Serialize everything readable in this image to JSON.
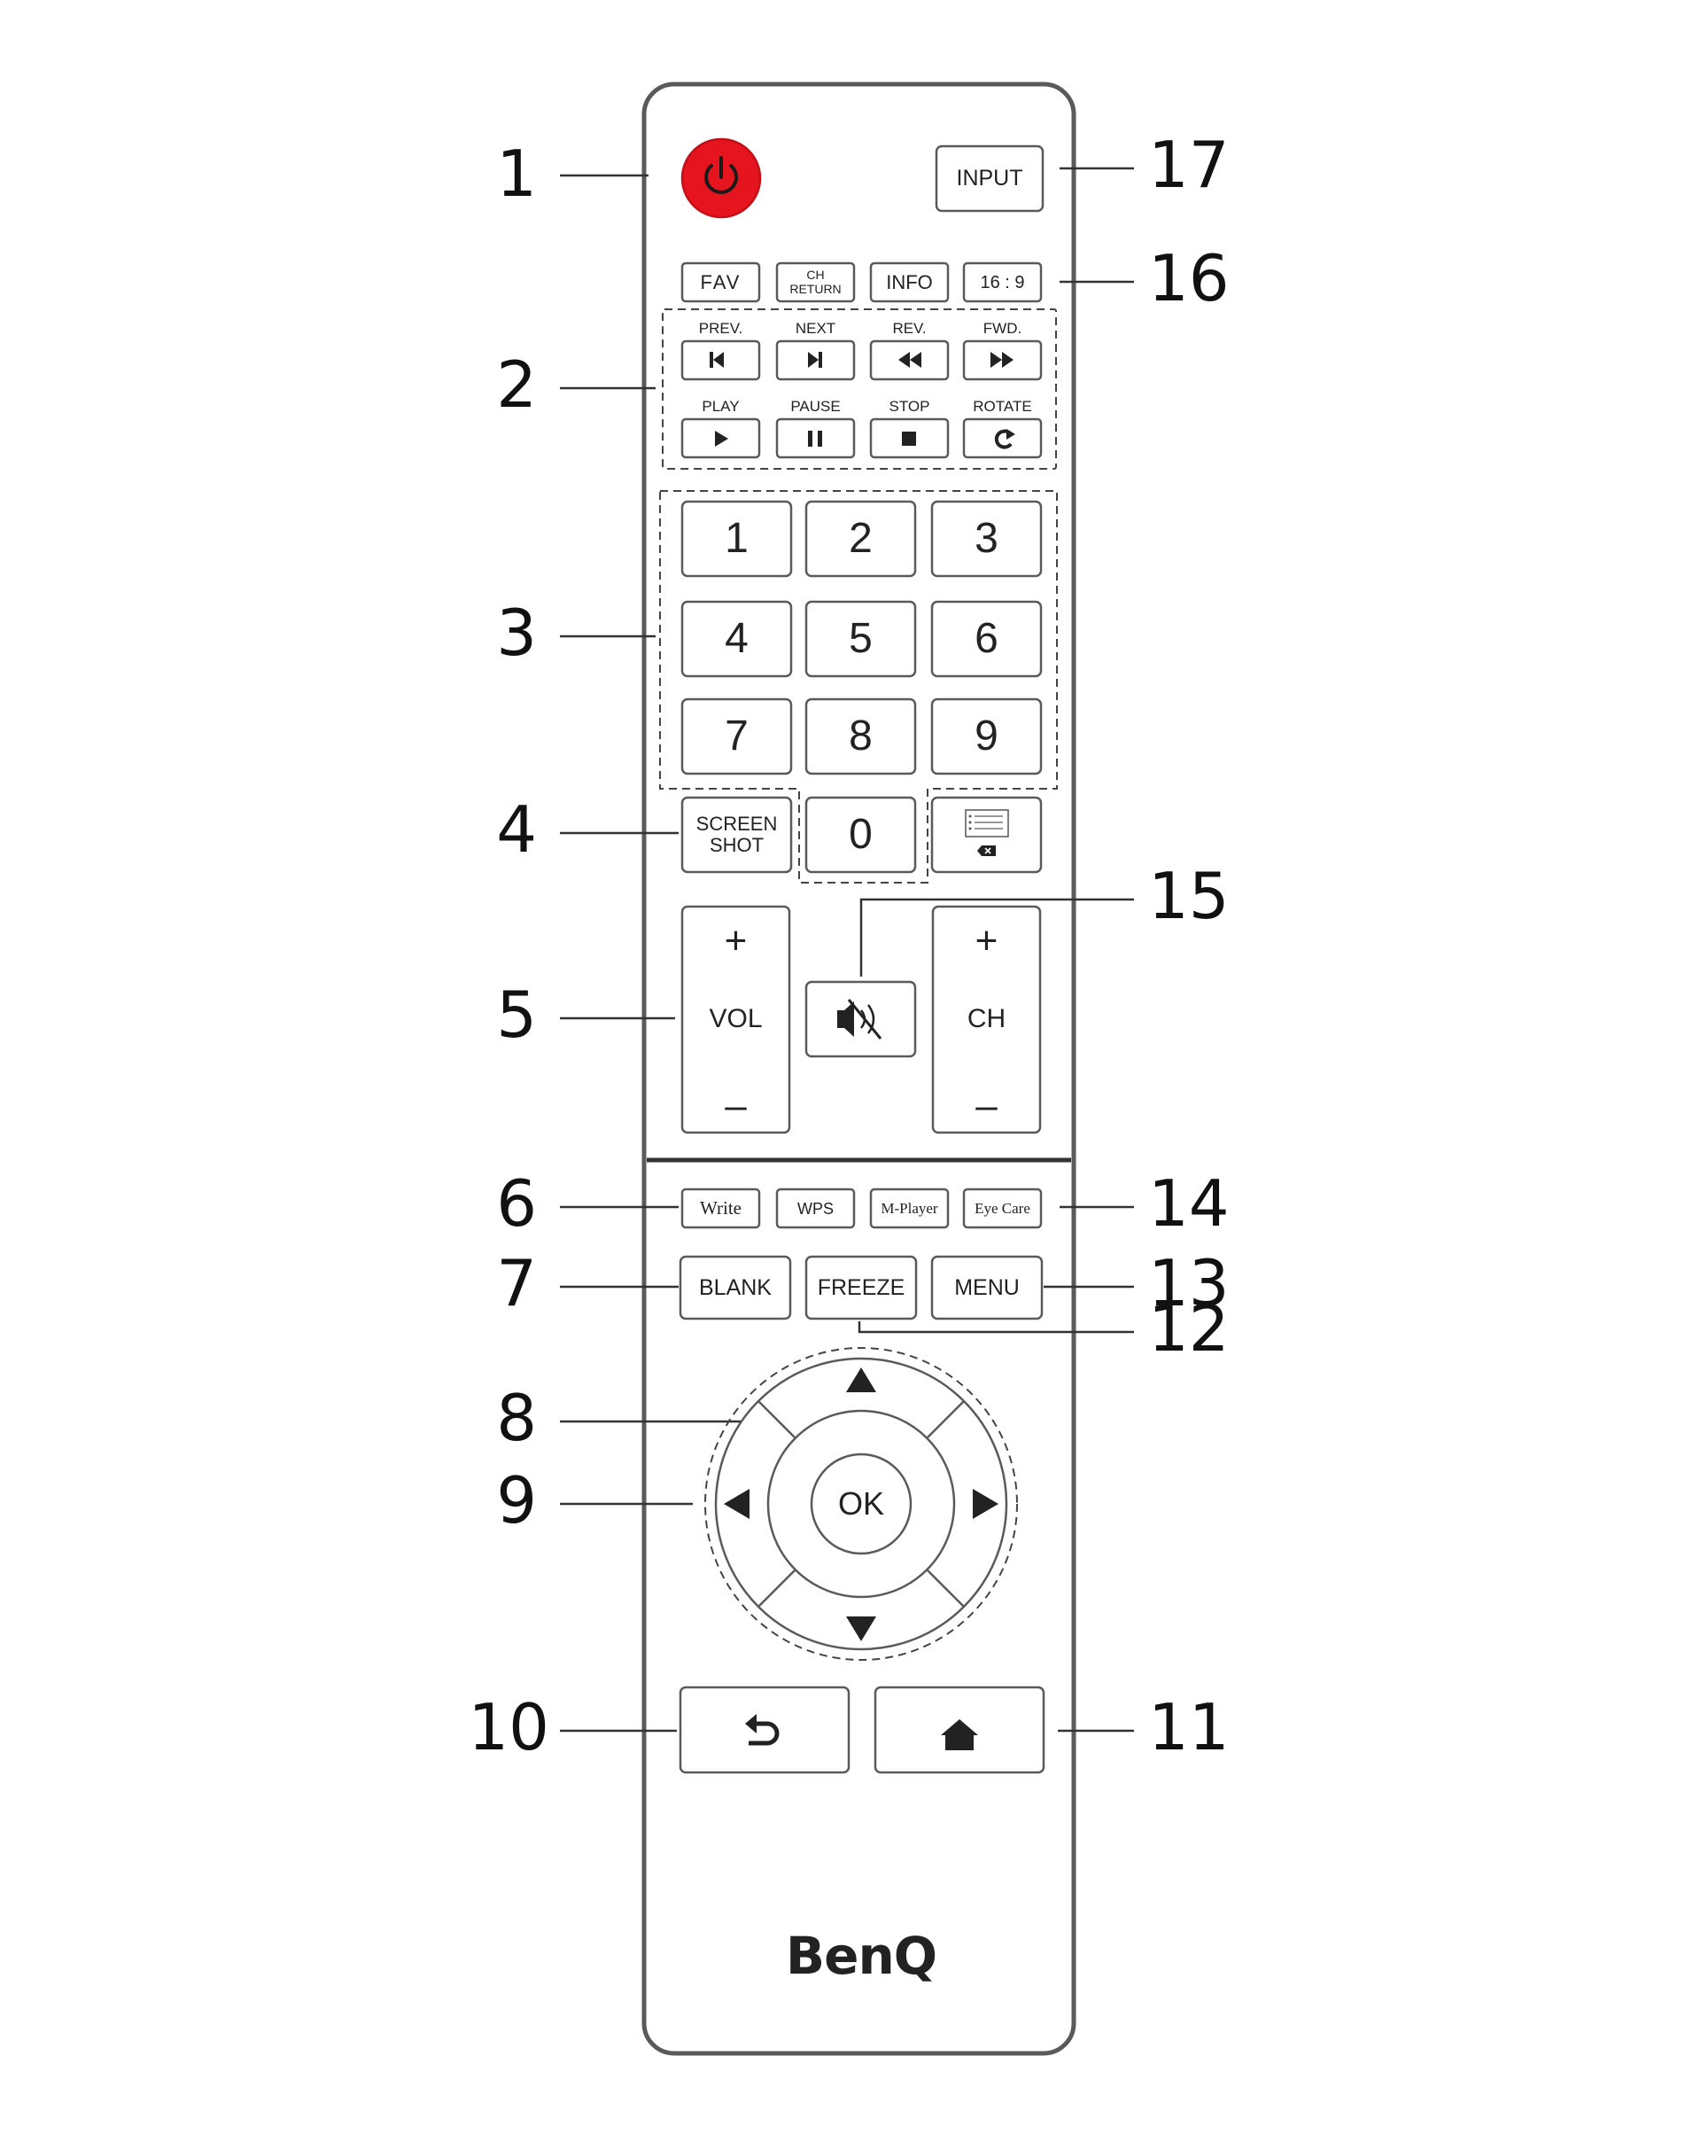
{
  "callouts": {
    "c1": "1",
    "c2": "2",
    "c3": "3",
    "c4": "4",
    "c5": "5",
    "c6": "6",
    "c7": "7",
    "c8": "8",
    "c9": "9",
    "c10": "10",
    "c11": "11",
    "c12": "12",
    "c13": "13",
    "c14": "14",
    "c15": "15",
    "c16": "16",
    "c17": "17"
  },
  "buttons": {
    "input": "INPUT",
    "fav": "FAV",
    "ch_return_1": "CH",
    "ch_return_2": "RETURN",
    "info": "INFO",
    "aspect": "16 : 9",
    "media_labels": {
      "prev": "PREV.",
      "next": "NEXT",
      "rev": "REV.",
      "fwd": "FWD.",
      "play": "PLAY",
      "pause": "PAUSE",
      "stop": "STOP",
      "rotate": "ROTATE"
    },
    "digits": [
      "1",
      "2",
      "3",
      "4",
      "5",
      "6",
      "7",
      "8",
      "9",
      "0"
    ],
    "screenshot_1": "SCREEN",
    "screenshot_2": "SHOT",
    "vol": {
      "plus": "+",
      "label": "VOL",
      "minus": "–"
    },
    "ch": {
      "plus": "+",
      "label": "CH",
      "minus": "–"
    },
    "write": "Write",
    "wps": "WPS",
    "mplayer": "M-Player",
    "eyecare": "Eye Care",
    "blank": "BLANK",
    "freeze": "FREEZE",
    "menu": "MENU",
    "ok": "OK"
  },
  "brand": "BenQ",
  "colors": {
    "power": "#e5141e",
    "outline": "#5a5a5a",
    "body_bg": "#ffffff",
    "text": "#2a2a2a"
  },
  "icons": [
    "power-icon",
    "prev-icon",
    "next-icon",
    "rewind-icon",
    "forward-icon",
    "play-icon",
    "pause-icon",
    "stop-icon",
    "rotate-icon",
    "list-delete-icon",
    "mute-icon",
    "arrow-up-icon",
    "arrow-down-icon",
    "arrow-left-icon",
    "arrow-right-icon",
    "return-icon",
    "home-icon"
  ]
}
